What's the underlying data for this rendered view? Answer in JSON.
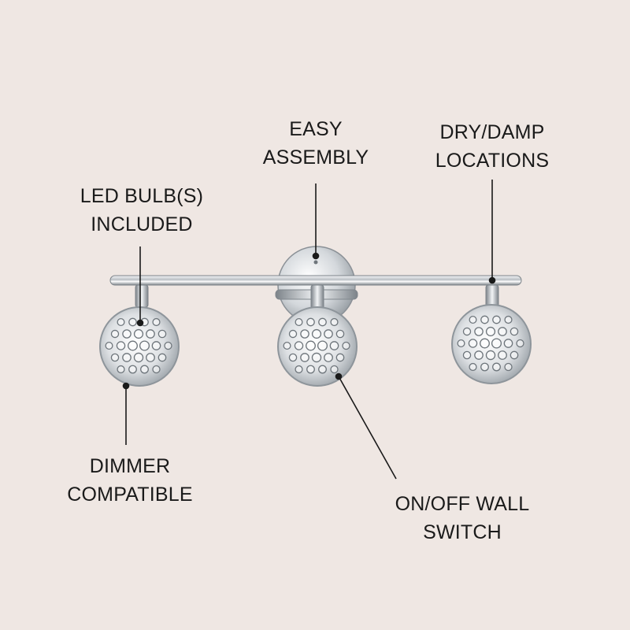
{
  "callouts": {
    "easy_assembly": {
      "line1": "EASY",
      "line2": "ASSEMBLY"
    },
    "dry_damp": {
      "line1": "DRY/DAMP",
      "line2": "LOCATIONS"
    },
    "led_bulbs": {
      "line1": "LED BULB(S)",
      "line2": "INCLUDED"
    },
    "dimmer": {
      "line1": "DIMMER",
      "line2": "COMPATIBLE"
    },
    "on_off": {
      "line1": "ON/OFF WALL",
      "line2": "SWITCH"
    }
  },
  "colors": {
    "background": "#efe7e3",
    "text": "#1a1a1a",
    "chrome": "#c9cdd1"
  }
}
